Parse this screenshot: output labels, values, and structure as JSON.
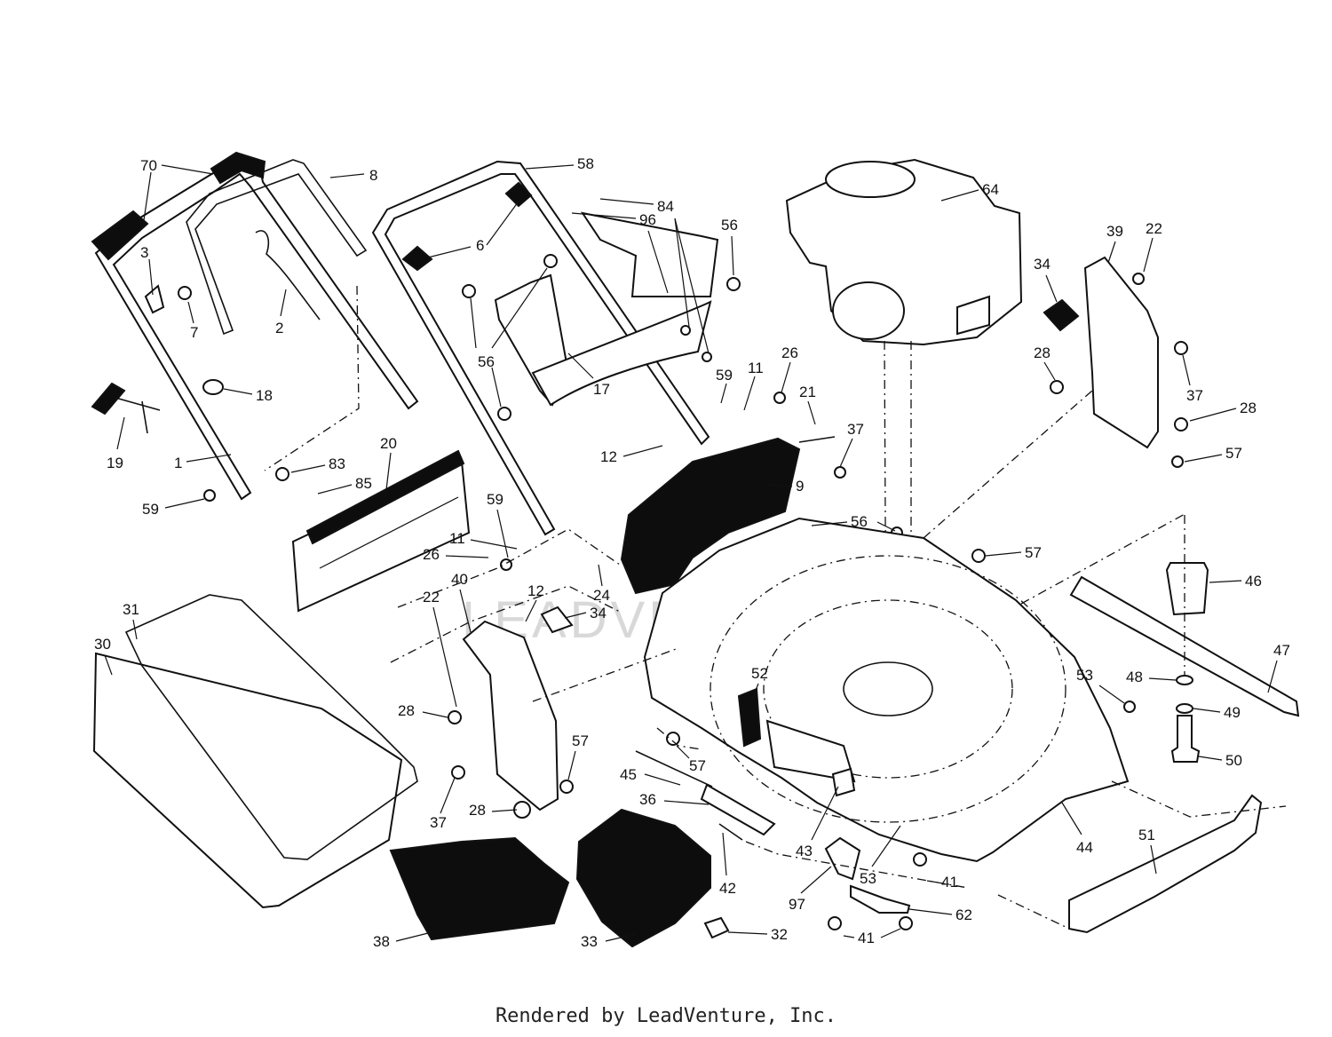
{
  "footer": "Rendered by LeadVenture, Inc.",
  "watermark": "LEADVENTURE",
  "callouts": [
    "1",
    "2",
    "3",
    "6",
    "7",
    "8",
    "9",
    "11",
    "12",
    "17",
    "18",
    "19",
    "20",
    "21",
    "22",
    "24",
    "26",
    "28",
    "30",
    "31",
    "32",
    "33",
    "34",
    "36",
    "37",
    "38",
    "39",
    "40",
    "41",
    "42",
    "43",
    "44",
    "45",
    "46",
    "47",
    "48",
    "49",
    "50",
    "51",
    "52",
    "53",
    "56",
    "57",
    "58",
    "59",
    "62",
    "64",
    "70",
    "83",
    "84",
    "85",
    "96",
    "97"
  ]
}
